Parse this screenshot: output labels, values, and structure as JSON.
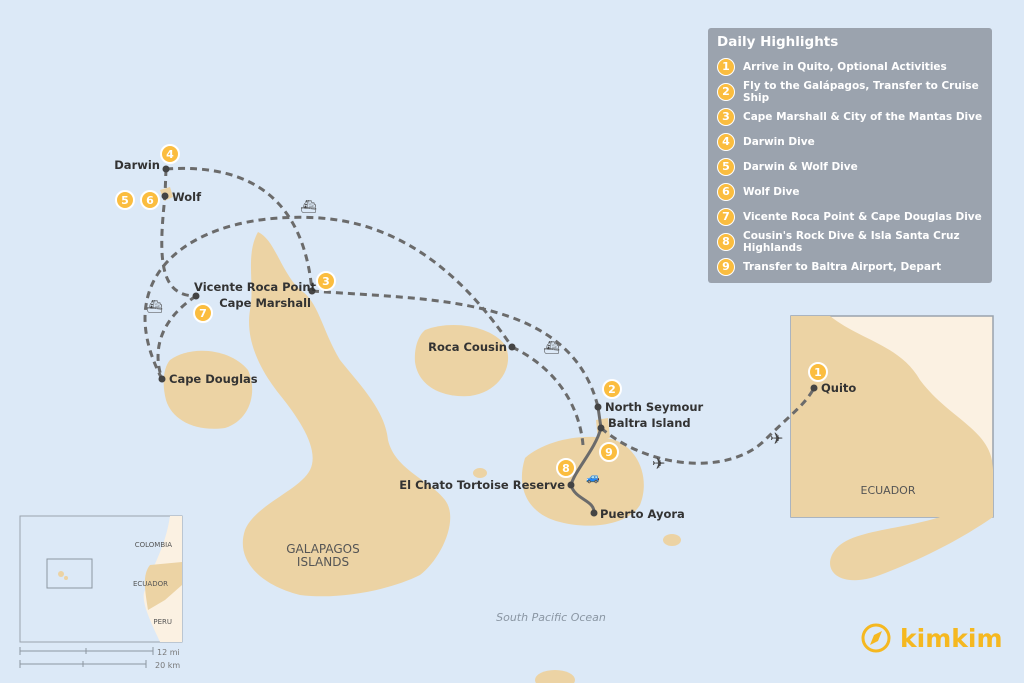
{
  "legend": {
    "title": "Daily Highlights",
    "items": [
      {
        "num": "1",
        "label": "Arrive in Quito, Optional Activities"
      },
      {
        "num": "2",
        "label": "Fly to the Galápagos, Transfer to Cruise Ship"
      },
      {
        "num": "3",
        "label": "Cape Marshall & City of the Mantas Dive"
      },
      {
        "num": "4",
        "label": "Darwin Dive"
      },
      {
        "num": "5",
        "label": "Darwin & Wolf Dive"
      },
      {
        "num": "6",
        "label": "Wolf Dive"
      },
      {
        "num": "7",
        "label": "Vicente Roca Point & Cape Douglas Dive"
      },
      {
        "num": "8",
        "label": "Cousin's Rock Dive & Isla Santa Cruz Highlands"
      },
      {
        "num": "9",
        "label": "Transfer to Baltra Airport, Depart"
      }
    ]
  },
  "places": {
    "darwin": "Darwin",
    "wolf": "Wolf",
    "vicente": "Vicente Roca Point",
    "marshall": "Cape Marshall",
    "douglas": "Cape Douglas",
    "cousin": "Roca Cousin",
    "seymour": "North Seymour",
    "baltra": "Baltra Island",
    "chato": "El Chato Tortoise Reserve",
    "ayora": "Puerto Ayora",
    "quito": "Quito"
  },
  "regions": {
    "galapagos1": "GALAPAGOS",
    "galapagos2": "ISLANDS",
    "ocean": "South Pacific Ocean",
    "ecuador": "ECUADOR"
  },
  "inset": {
    "colombia": "COLOMBIA",
    "ecuador": "ECUADOR",
    "peru": "PERU"
  },
  "scale": {
    "mi": "12 mi",
    "km": "20 km"
  },
  "markers": [
    "1",
    "2",
    "3",
    "4",
    "5",
    "6",
    "7",
    "8",
    "9"
  ],
  "brand": {
    "name": "kimkim",
    "color": "#f5b820"
  },
  "colors": {
    "water": "#dce9f7",
    "land": "#ecd3a4",
    "marker": "#fbbd3f",
    "route": "#6b6b6b"
  }
}
